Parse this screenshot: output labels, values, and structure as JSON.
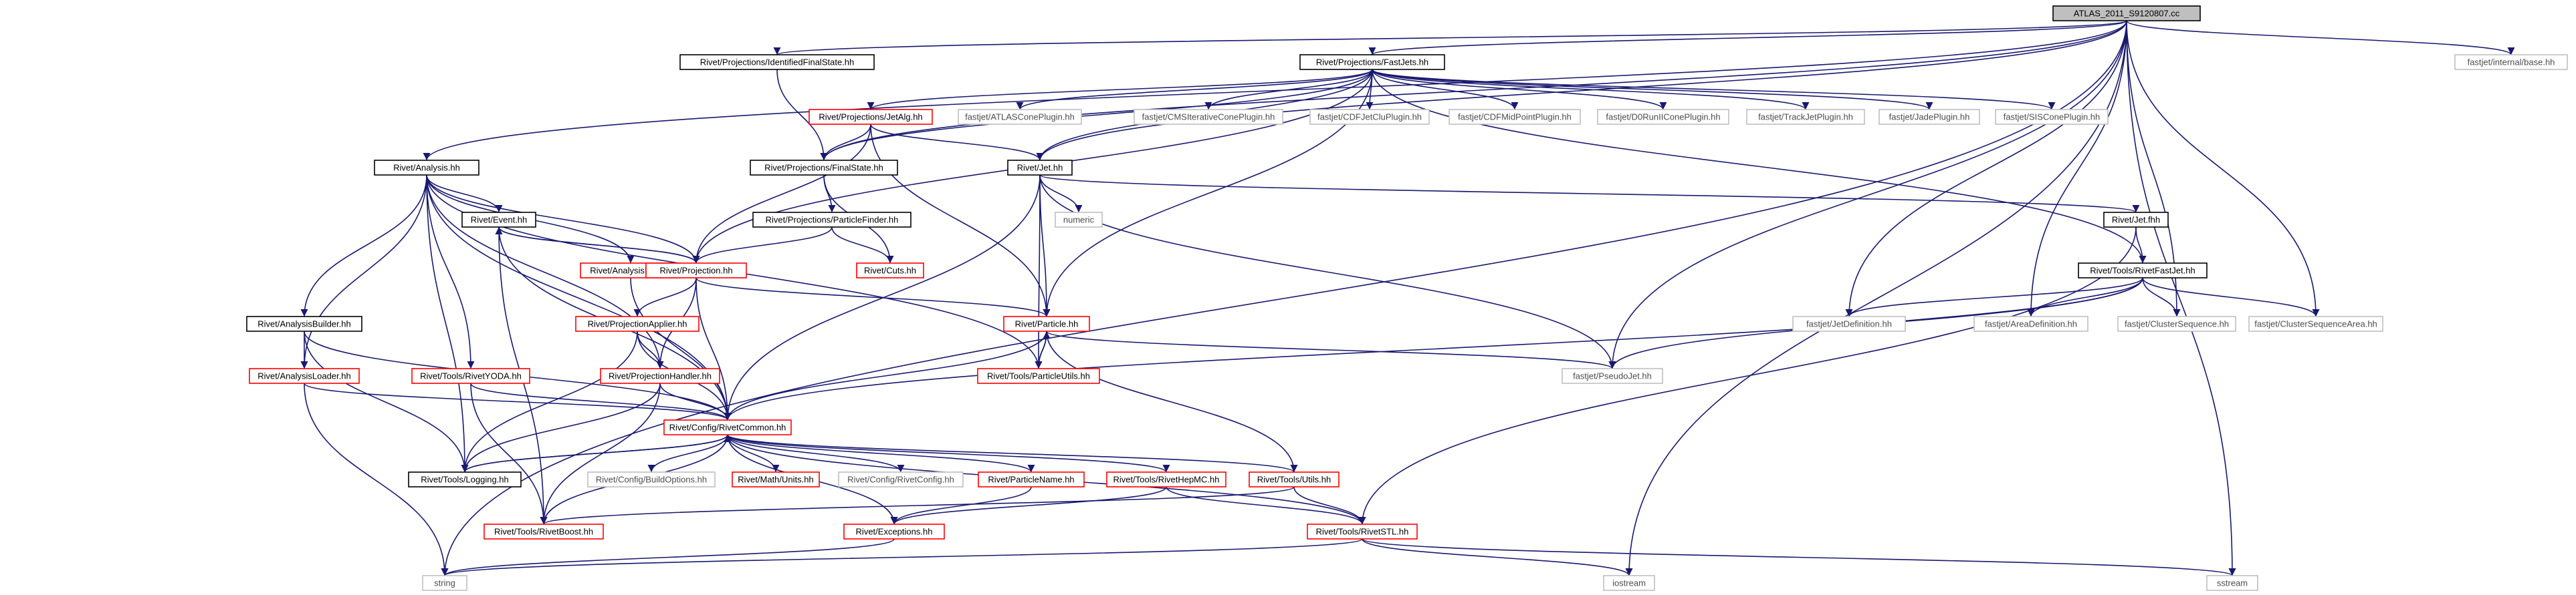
{
  "graph": {
    "root": "ATLAS_2011_S9120807.cc",
    "nodes": [
      {
        "id": "atlas",
        "label": "ATLAS_2011_S9120807.cc",
        "kind": "root"
      },
      {
        "id": "idfs",
        "label": "Rivet/Projections/IdentifiedFinalState.hh",
        "kind": "black"
      },
      {
        "id": "fastjets",
        "label": "Rivet/Projections/FastJets.hh",
        "kind": "black"
      },
      {
        "id": "fjbase",
        "label": "fastjet/internal/base.hh",
        "kind": "gray"
      },
      {
        "id": "analysis",
        "label": "Rivet/Analysis.hh",
        "kind": "black"
      },
      {
        "id": "jetalg",
        "label": "Rivet/Projections/JetAlg.hh",
        "kind": "red"
      },
      {
        "id": "atlascone",
        "label": "fastjet/ATLASConePlugin.hh",
        "kind": "gray"
      },
      {
        "id": "cmscone",
        "label": "fastjet/CMSIterativeConePlugin.hh",
        "kind": "gray"
      },
      {
        "id": "cdfclu",
        "label": "fastjet/CDFJetCluPlugin.hh",
        "kind": "gray"
      },
      {
        "id": "cdfmid",
        "label": "fastjet/CDFMidPointPlugin.hh",
        "kind": "gray"
      },
      {
        "id": "d0cone",
        "label": "fastjet/D0RunIIConePlugin.hh",
        "kind": "gray"
      },
      {
        "id": "trackjet",
        "label": "fastjet/TrackJetPlugin.hh",
        "kind": "gray"
      },
      {
        "id": "jade",
        "label": "fastjet/JadePlugin.hh",
        "kind": "gray"
      },
      {
        "id": "siscone",
        "label": "fastjet/SISConePlugin.hh",
        "kind": "gray"
      },
      {
        "id": "finalstate",
        "label": "Rivet/Projections/FinalState.hh",
        "kind": "black"
      },
      {
        "id": "jet",
        "label": "Rivet/Jet.hh",
        "kind": "black"
      },
      {
        "id": "event",
        "label": "Rivet/Event.hh",
        "kind": "black"
      },
      {
        "id": "pfinder",
        "label": "Rivet/Projections/ParticleFinder.hh",
        "kind": "black"
      },
      {
        "id": "numeric",
        "label": "numeric",
        "kind": "gray"
      },
      {
        "id": "jetfhh",
        "label": "Rivet/Jet.fhh",
        "kind": "black"
      },
      {
        "id": "ainfo",
        "label": "Rivet/AnalysisInfo.hh",
        "kind": "red"
      },
      {
        "id": "projection",
        "label": "Rivet/Projection.hh",
        "kind": "red"
      },
      {
        "id": "cuts",
        "label": "Rivet/Cuts.hh",
        "kind": "red"
      },
      {
        "id": "rfastjet",
        "label": "Rivet/Tools/RivetFastJet.hh",
        "kind": "black"
      },
      {
        "id": "abuilder",
        "label": "Rivet/AnalysisBuilder.hh",
        "kind": "black"
      },
      {
        "id": "papplier",
        "label": "Rivet/ProjectionApplier.hh",
        "kind": "red"
      },
      {
        "id": "particle",
        "label": "Rivet/Particle.hh",
        "kind": "red"
      },
      {
        "id": "jetdef",
        "label": "fastjet/JetDefinition.hh",
        "kind": "gray"
      },
      {
        "id": "areadef",
        "label": "fastjet/AreaDefinition.hh",
        "kind": "gray"
      },
      {
        "id": "clseq",
        "label": "fastjet/ClusterSequence.hh",
        "kind": "gray"
      },
      {
        "id": "clseqarea",
        "label": "fastjet/ClusterSequenceArea.hh",
        "kind": "gray"
      },
      {
        "id": "aloader",
        "label": "Rivet/AnalysisLoader.hh",
        "kind": "red"
      },
      {
        "id": "ryoda",
        "label": "Rivet/Tools/RivetYODA.hh",
        "kind": "red"
      },
      {
        "id": "phandler",
        "label": "Rivet/ProjectionHandler.hh",
        "kind": "red"
      },
      {
        "id": "putils",
        "label": "Rivet/Tools/ParticleUtils.hh",
        "kind": "red"
      },
      {
        "id": "pseudojet",
        "label": "fastjet/PseudoJet.hh",
        "kind": "gray"
      },
      {
        "id": "common",
        "label": "Rivet/Config/RivetCommon.hh",
        "kind": "red"
      },
      {
        "id": "logging",
        "label": "Rivet/Tools/Logging.hh",
        "kind": "black"
      },
      {
        "id": "buildopts",
        "label": "Rivet/Config/BuildOptions.hh",
        "kind": "gray"
      },
      {
        "id": "mathunits",
        "label": "Rivet/Math/Units.hh",
        "kind": "red"
      },
      {
        "id": "rconfig",
        "label": "Rivet/Config/RivetConfig.hh",
        "kind": "gray"
      },
      {
        "id": "pname",
        "label": "Rivet/ParticleName.hh",
        "kind": "red"
      },
      {
        "id": "hepmc",
        "label": "Rivet/Tools/RivetHepMC.hh",
        "kind": "red"
      },
      {
        "id": "tutils",
        "label": "Rivet/Tools/Utils.hh",
        "kind": "red"
      },
      {
        "id": "rboost",
        "label": "Rivet/Tools/RivetBoost.hh",
        "kind": "red"
      },
      {
        "id": "exceptions",
        "label": "Rivet/Exceptions.hh",
        "kind": "red"
      },
      {
        "id": "rstl",
        "label": "Rivet/Tools/RivetSTL.hh",
        "kind": "red"
      },
      {
        "id": "string",
        "label": "string",
        "kind": "gray"
      },
      {
        "id": "iostream",
        "label": "iostream",
        "kind": "gray"
      },
      {
        "id": "sstream",
        "label": "sstream",
        "kind": "gray"
      }
    ],
    "edges": [
      [
        "atlas",
        "idfs"
      ],
      [
        "atlas",
        "fastjets"
      ],
      [
        "atlas",
        "fjbase"
      ],
      [
        "atlas",
        "analysis"
      ],
      [
        "atlas",
        "finalstate"
      ],
      [
        "atlas",
        "jet"
      ],
      [
        "atlas",
        "jetdef"
      ],
      [
        "atlas",
        "areadef"
      ],
      [
        "atlas",
        "clseq"
      ],
      [
        "atlas",
        "clseqarea"
      ],
      [
        "atlas",
        "pseudojet"
      ],
      [
        "atlas",
        "string"
      ],
      [
        "atlas",
        "iostream"
      ],
      [
        "atlas",
        "sstream"
      ],
      [
        "idfs",
        "finalstate"
      ],
      [
        "fastjets",
        "jetalg"
      ],
      [
        "fastjets",
        "atlascone"
      ],
      [
        "fastjets",
        "cmscone"
      ],
      [
        "fastjets",
        "cdfclu"
      ],
      [
        "fastjets",
        "cdfmid"
      ],
      [
        "fastjets",
        "d0cone"
      ],
      [
        "fastjets",
        "trackjet"
      ],
      [
        "fastjets",
        "jade"
      ],
      [
        "fastjets",
        "siscone"
      ],
      [
        "fastjets",
        "finalstate"
      ],
      [
        "fastjets",
        "jet"
      ],
      [
        "fastjets",
        "rfastjet"
      ],
      [
        "fastjets",
        "projection"
      ],
      [
        "fastjets",
        "particle"
      ],
      [
        "jetalg",
        "finalstate"
      ],
      [
        "jetalg",
        "jet"
      ],
      [
        "jetalg",
        "projection"
      ],
      [
        "jetalg",
        "particle"
      ],
      [
        "analysis",
        "event"
      ],
      [
        "analysis",
        "ainfo"
      ],
      [
        "analysis",
        "projection"
      ],
      [
        "analysis",
        "abuilder"
      ],
      [
        "analysis",
        "aloader"
      ],
      [
        "analysis",
        "ryoda"
      ],
      [
        "analysis",
        "phandler"
      ],
      [
        "analysis",
        "putils"
      ],
      [
        "analysis",
        "common"
      ],
      [
        "analysis",
        "logging"
      ],
      [
        "finalstate",
        "pfinder"
      ],
      [
        "finalstate",
        "cuts"
      ],
      [
        "pfinder",
        "projection"
      ],
      [
        "pfinder",
        "cuts"
      ],
      [
        "jet",
        "numeric"
      ],
      [
        "jet",
        "jetfhh"
      ],
      [
        "jet",
        "particle"
      ],
      [
        "jet",
        "putils"
      ],
      [
        "jet",
        "pseudojet"
      ],
      [
        "jet",
        "common"
      ],
      [
        "jetfhh",
        "rfastjet"
      ],
      [
        "jetfhh",
        "rstl"
      ],
      [
        "event",
        "projection"
      ],
      [
        "event",
        "common"
      ],
      [
        "event",
        "rboost"
      ],
      [
        "projection",
        "event"
      ],
      [
        "projection",
        "papplier"
      ],
      [
        "projection",
        "phandler"
      ],
      [
        "projection",
        "particle"
      ],
      [
        "projection",
        "common"
      ],
      [
        "ainfo",
        "common"
      ],
      [
        "rfastjet",
        "jetdef"
      ],
      [
        "rfastjet",
        "areadef"
      ],
      [
        "rfastjet",
        "clseq"
      ],
      [
        "rfastjet",
        "clseqarea"
      ],
      [
        "rfastjet",
        "pseudojet"
      ],
      [
        "rfastjet",
        "common"
      ],
      [
        "abuilder",
        "aloader"
      ],
      [
        "abuilder",
        "logging"
      ],
      [
        "abuilder",
        "common"
      ],
      [
        "papplier",
        "phandler"
      ],
      [
        "papplier",
        "logging"
      ],
      [
        "papplier",
        "common"
      ],
      [
        "particle",
        "putils"
      ],
      [
        "particle",
        "pseudojet"
      ],
      [
        "particle",
        "common"
      ],
      [
        "particle",
        "tutils"
      ],
      [
        "putils",
        "particle"
      ],
      [
        "aloader",
        "common"
      ],
      [
        "aloader",
        "string"
      ],
      [
        "ryoda",
        "common"
      ],
      [
        "ryoda",
        "rboost"
      ],
      [
        "phandler",
        "common"
      ],
      [
        "phandler",
        "logging"
      ],
      [
        "phandler",
        "rboost"
      ],
      [
        "common",
        "logging"
      ],
      [
        "common",
        "buildopts"
      ],
      [
        "common",
        "mathunits"
      ],
      [
        "common",
        "rconfig"
      ],
      [
        "common",
        "pname"
      ],
      [
        "common",
        "hepmc"
      ],
      [
        "common",
        "tutils"
      ],
      [
        "common",
        "rboost"
      ],
      [
        "common",
        "exceptions"
      ],
      [
        "common",
        "rstl"
      ],
      [
        "logging",
        "common"
      ],
      [
        "pname",
        "exceptions"
      ],
      [
        "hepmc",
        "exceptions"
      ],
      [
        "hepmc",
        "rstl"
      ],
      [
        "tutils",
        "rstl"
      ],
      [
        "tutils",
        "rboost"
      ],
      [
        "exceptions",
        "string"
      ],
      [
        "rstl",
        "string"
      ],
      [
        "rstl",
        "iostream"
      ],
      [
        "rstl",
        "sstream"
      ]
    ]
  },
  "colors": {
    "edge": "#191970",
    "black_border": "#000000",
    "red_border": "#ff0000",
    "gray_border": "#bfbfbf",
    "root_fill": "#bfbfbf"
  }
}
